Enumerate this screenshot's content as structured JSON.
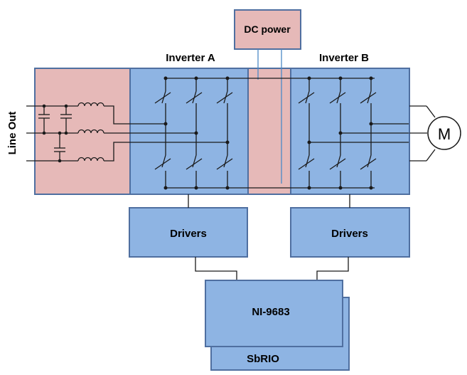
{
  "labels": {
    "dc_power": "DC power",
    "inverter_a": "Inverter A",
    "inverter_b": "Inverter B",
    "line_out": "Line Out",
    "motor": "M",
    "drivers_a": "Drivers",
    "drivers_b": "Drivers",
    "controller_front": "NI-9683",
    "controller_back": "SbRIO"
  },
  "colors": {
    "pink_fill": "#e6b9b8",
    "blue_fill": "#8eb4e3",
    "box_stroke": "#4f6fa0",
    "line_blue": "#4a89c7"
  }
}
